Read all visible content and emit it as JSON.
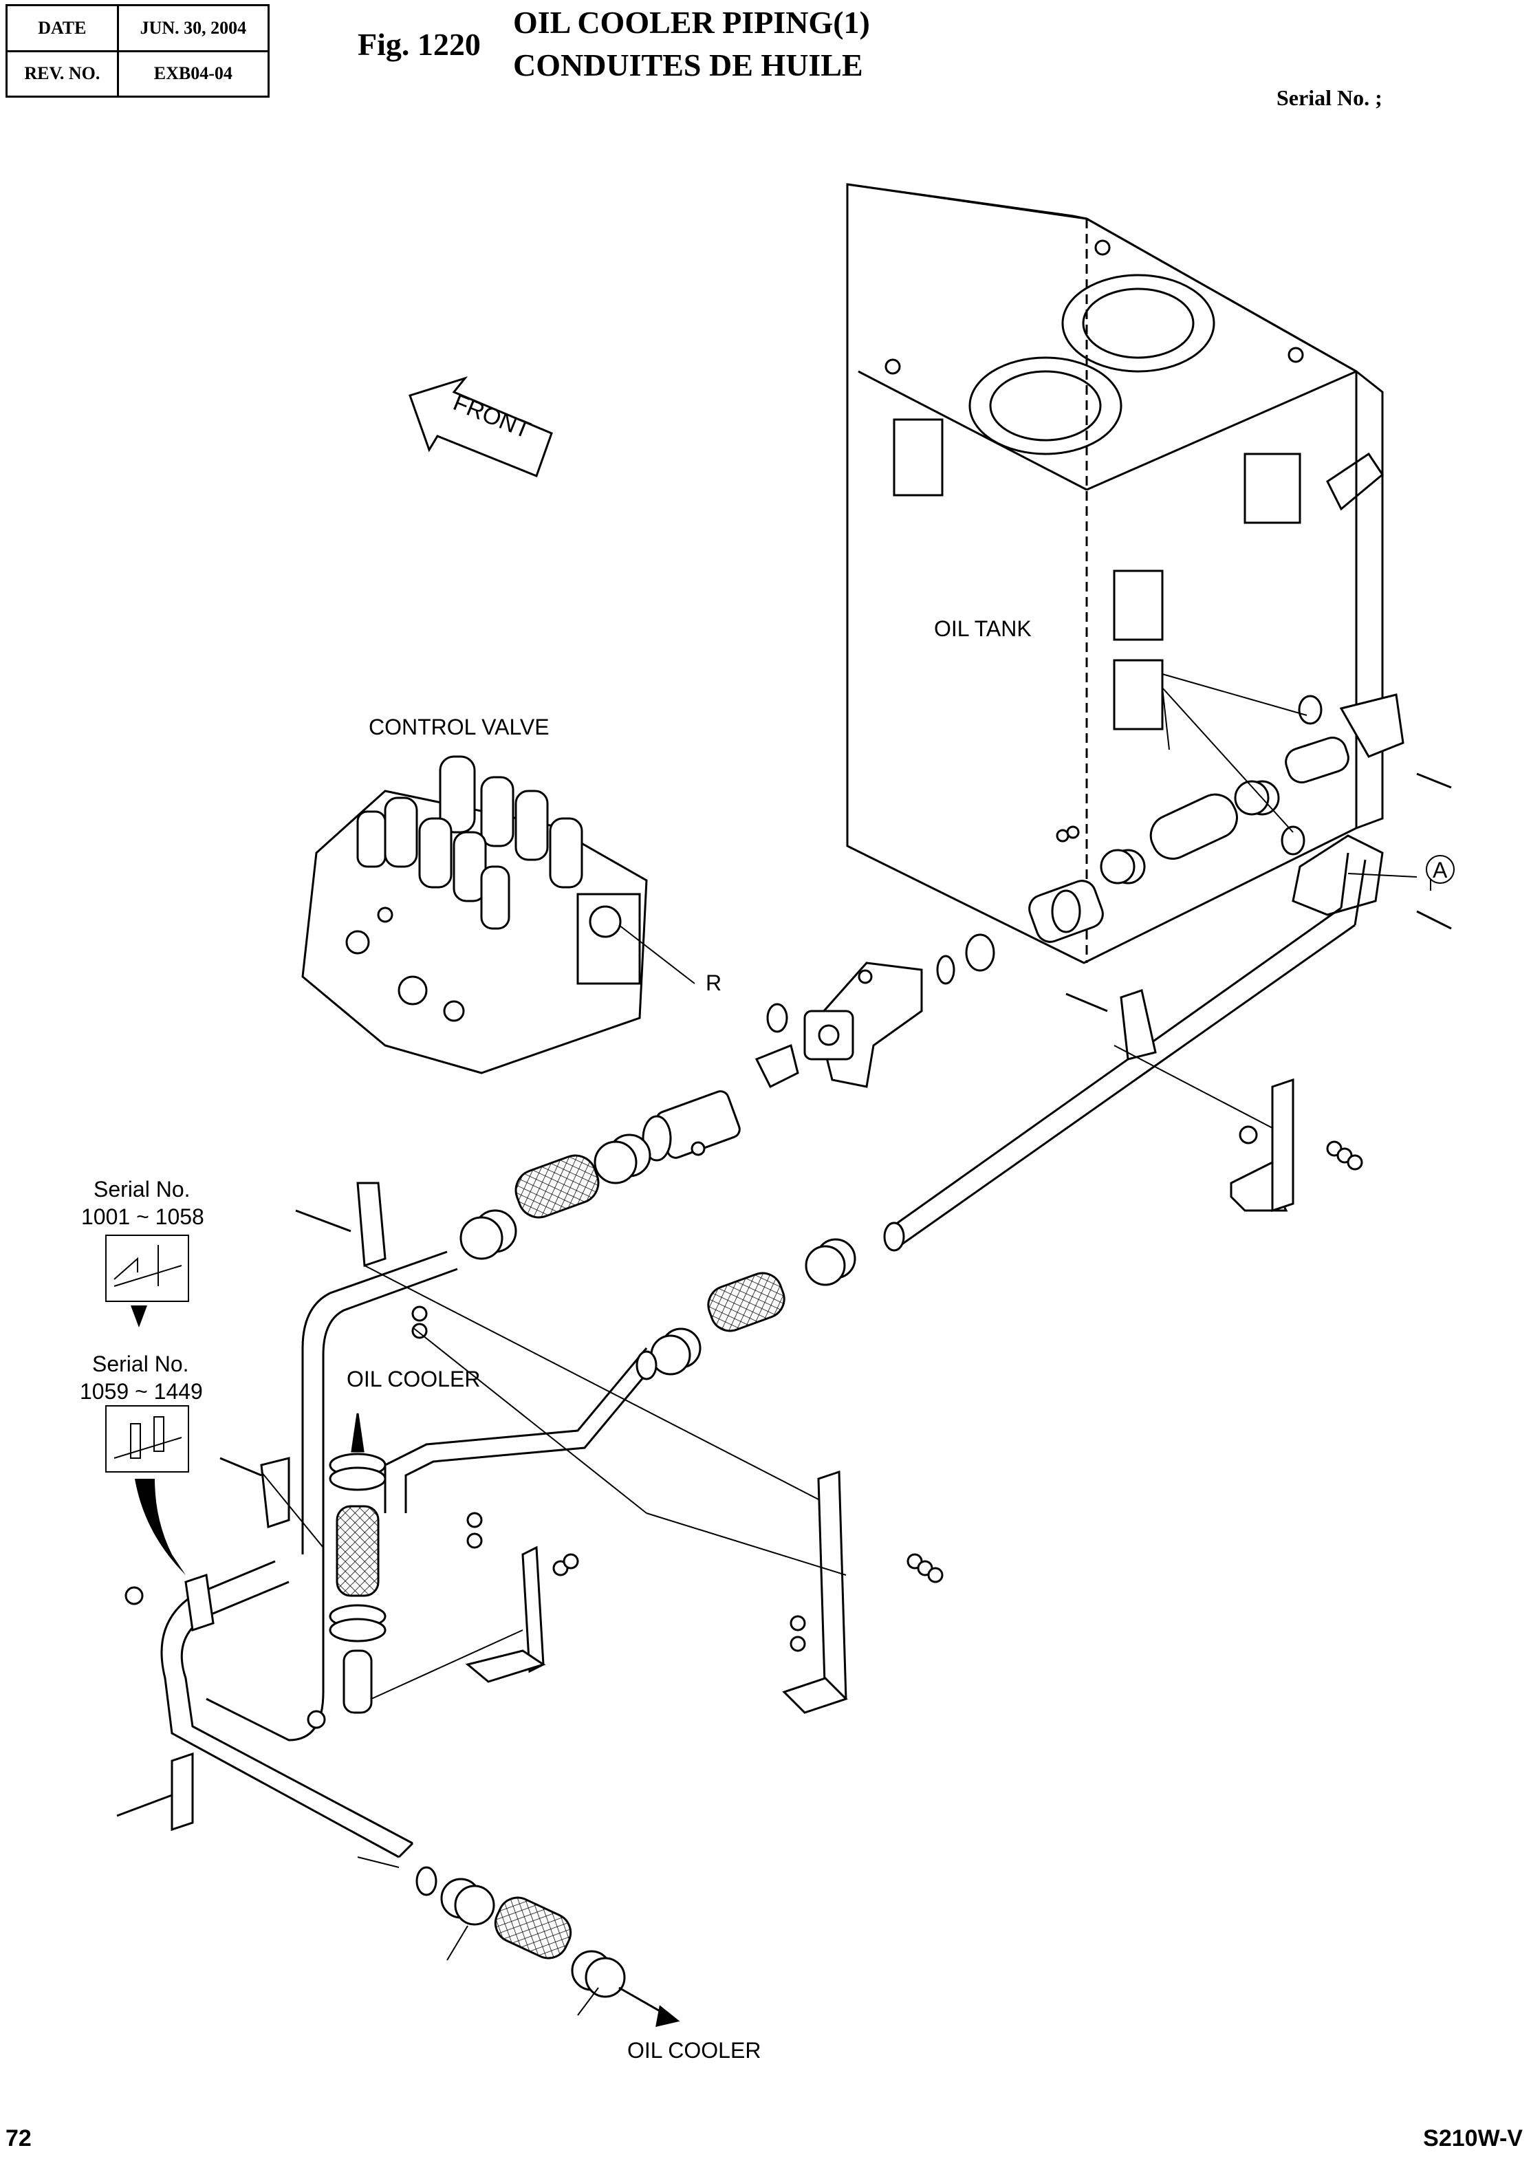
{
  "header": {
    "date_label": "DATE",
    "date_value": "JUN. 30, 2004",
    "rev_label": "REV. NO.",
    "rev_value": "EXB04-04"
  },
  "figure": {
    "number": "Fig. 1220",
    "title_en": "OIL COOLER PIPING(1)",
    "title_fr": "CONDUITES DE HUILE",
    "serial": "Serial No. ;"
  },
  "labels": {
    "front": "FRONT",
    "oil_tank": "OIL TANK",
    "control_valve": "CONTROL VALVE",
    "port_r": "R",
    "callout_a": "A",
    "oil_cooler_upper": "OIL COOLER",
    "oil_cooler_lower": "OIL COOLER",
    "serial_title_1": "Serial No.",
    "serial_range_1": "1001 ~ 1058",
    "serial_title_2": "Serial No.",
    "serial_range_2": "1059 ~ 1449"
  },
  "footer": {
    "page": "72",
    "model": "S210W-V"
  }
}
